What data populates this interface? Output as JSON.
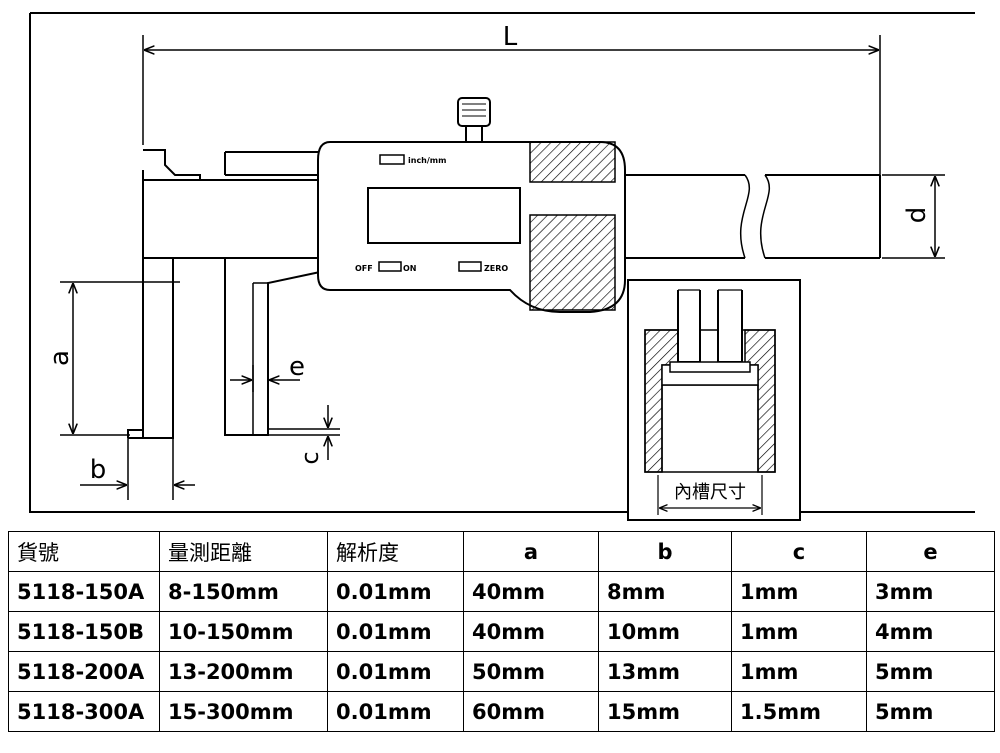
{
  "diagram": {
    "labels": {
      "L": "L",
      "d": "d",
      "a": "a",
      "b": "b",
      "c": "c",
      "e": "e"
    },
    "display_buttons": {
      "inch_mm": "inch/mm",
      "off": "OFF",
      "on": "ON",
      "zero": "ZERO"
    },
    "inset_caption": "內槽尺寸"
  },
  "table": {
    "headers": [
      "貨號",
      "量測距離",
      "解析度",
      "a",
      "b",
      "c",
      "e"
    ],
    "rows": [
      [
        "5118-150A",
        "8-150mm",
        "0.01mm",
        "40mm",
        "8mm",
        "1mm",
        "3mm"
      ],
      [
        "5118-150B",
        "10-150mm",
        "0.01mm",
        "40mm",
        "10mm",
        "1mm",
        "4mm"
      ],
      [
        "5118-200A",
        "13-200mm",
        "0.01mm",
        "50mm",
        "13mm",
        "1mm",
        "5mm"
      ],
      [
        "5118-300A",
        "15-300mm",
        "0.01mm",
        "60mm",
        "15mm",
        "1.5mm",
        "5mm"
      ]
    ]
  }
}
